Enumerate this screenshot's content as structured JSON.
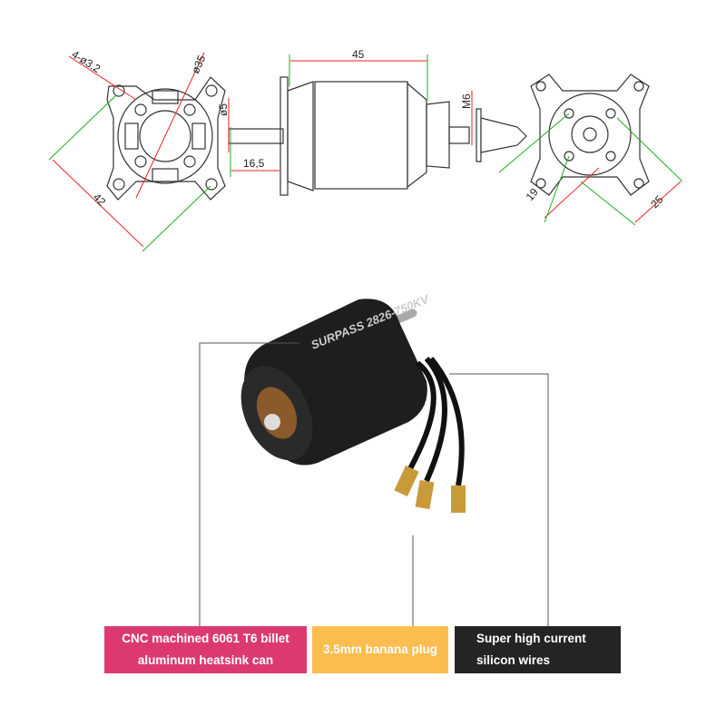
{
  "drawing": {
    "dimensions": {
      "mount_holes": "4-ø3.2",
      "outer_diameter": "ø35",
      "mount_spacing": "42",
      "shaft_diameter": "ø5",
      "shaft_length": "16,5",
      "body_length": "45",
      "prop_thread": "M6",
      "rear_spacing_a": "19",
      "rear_spacing_b": "25"
    }
  },
  "product": {
    "brand_logo": "SURPASS",
    "model": "2826-750KV"
  },
  "callouts": [
    {
      "lines": [
        "CNC machined 6061 T6 billet",
        "aluminum heatsink can"
      ],
      "color": "#dc3a6e"
    },
    {
      "lines": [
        "3.5mm banana plug"
      ],
      "color": "#fbbd4f"
    },
    {
      "lines": [
        "Super high current",
        "silicon wires"
      ],
      "color": "#242424"
    }
  ]
}
